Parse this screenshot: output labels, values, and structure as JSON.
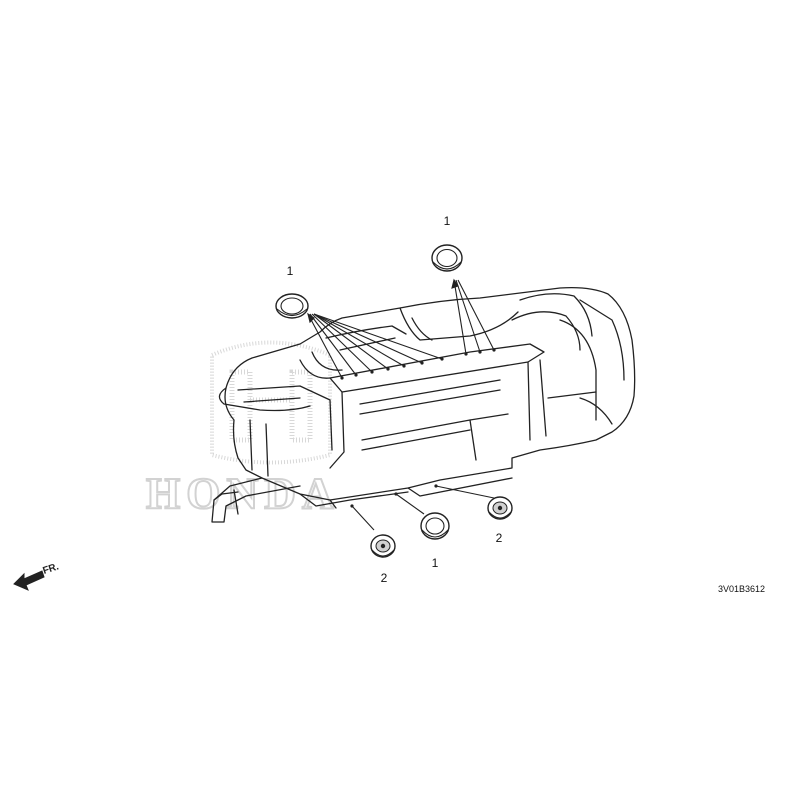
{
  "diagram": {
    "callouts": {
      "top_left": "1",
      "top_right": "1",
      "bottom_left": "2",
      "bottom_center": "1",
      "bottom_right": "2"
    },
    "direction_label": "FR.",
    "part_code": "3V01B3612"
  },
  "watermark": {
    "text": "HONDA"
  },
  "colors": {
    "line": "#222222",
    "watermark": "#d2d2d2",
    "background": "#ffffff"
  }
}
